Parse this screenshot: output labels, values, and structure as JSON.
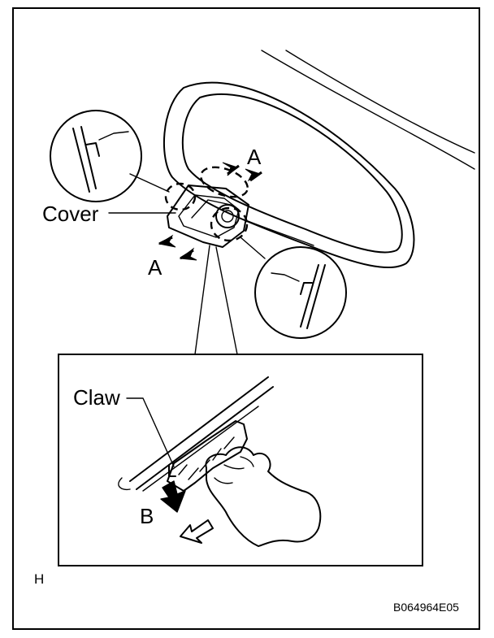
{
  "labels": {
    "cover": "Cover",
    "a_top": "A",
    "a_bottom": "A",
    "claw": "Claw",
    "b": "B",
    "corner": "H",
    "figure_code": "B064964E05"
  }
}
